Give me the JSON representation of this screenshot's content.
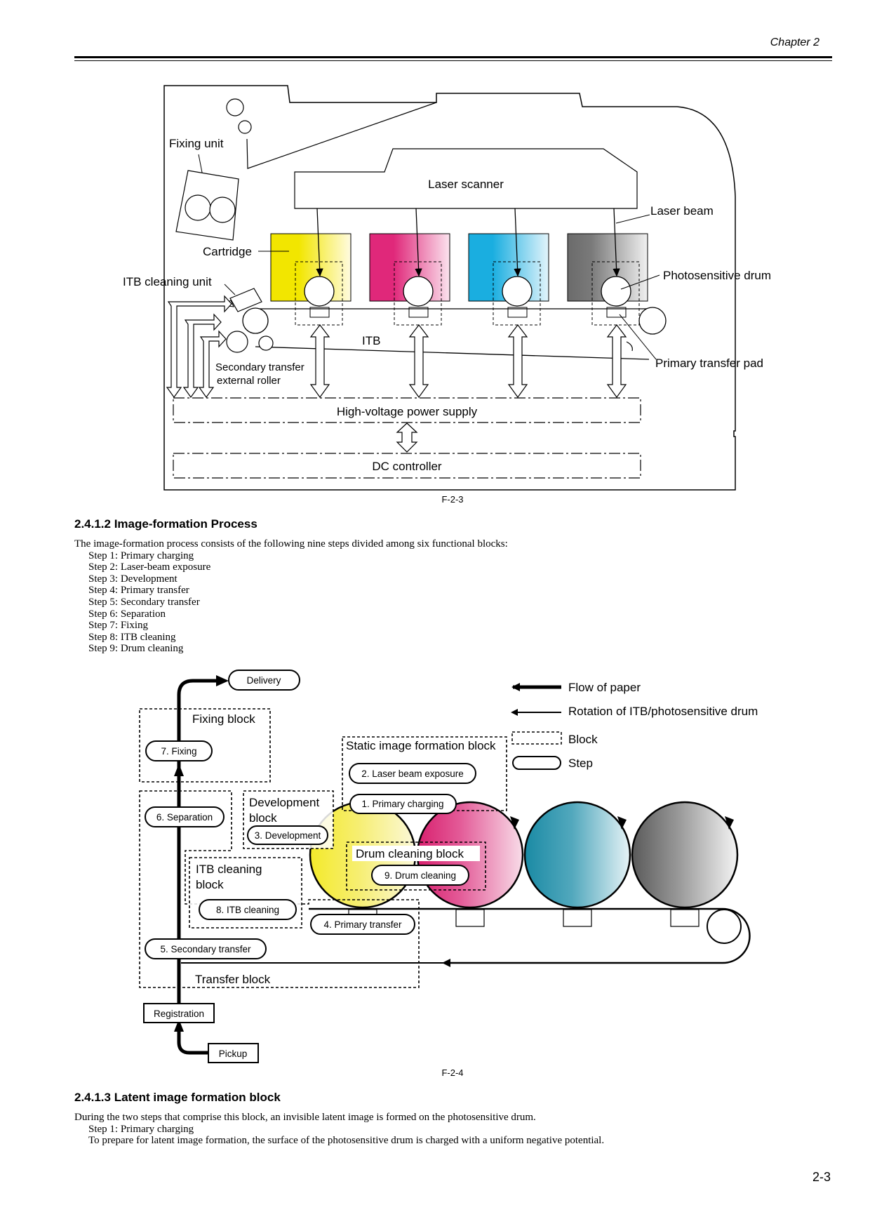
{
  "header": {
    "chapter": "Chapter 2"
  },
  "figure1": {
    "labels": {
      "fixing_unit": "Fixing unit",
      "laser_scanner": "Laser scanner",
      "laser_beam": "Laser beam",
      "cartridge": "Cartridge",
      "itb_cleaning_unit": "ITB cleaning unit",
      "photosensitive_drum": "Photosensitive drum",
      "itb": "ITB",
      "primary_transfer_pad": "Primary transfer pad",
      "secondary_roller_1": "Secondary transfer",
      "secondary_roller_2": "external roller",
      "hv_power_supply": "High-voltage power supply",
      "dc_controller": "DC controller"
    },
    "cartridge_colors": [
      "#f2e600",
      "#e0287a",
      "#1aaee0",
      "#6b6b6b"
    ],
    "caption": "F-2-3"
  },
  "section_242": {
    "heading": "2.4.1.2 Image-formation Process",
    "intro": "The image-formation process consists of the following nine steps divided among six functional blocks:",
    "steps": [
      "Step 1: Primary charging",
      "Step 2: Laser-beam exposure",
      "Step 3: Development",
      "Step 4: Primary transfer",
      "Step 5: Secondary transfer",
      "Step 6: Separation",
      "Step 7: Fixing",
      "Step 8: ITB cleaning",
      "Step 9: Drum cleaning"
    ]
  },
  "figure2": {
    "legend": {
      "flow_of_paper": "Flow of paper",
      "rotation": "Rotation of ITB/photosensitive drum",
      "block": "Block",
      "step": "Step"
    },
    "blocks": {
      "fixing": "Fixing block",
      "static": "Static image formation block",
      "development_1": "Development",
      "development_2": "block",
      "drum_cleaning": "Drum cleaning block",
      "itb_cleaning_1": "ITB cleaning",
      "itb_cleaning_2": "block",
      "transfer": "Transfer block"
    },
    "steps": {
      "delivery": "Delivery",
      "fixing": "7. Fixing",
      "separation": "6. Separation",
      "development": "3. Development",
      "primary_charging": "1. Primary charging",
      "laser_exposure": "2. Laser beam exposure",
      "drum_cleaning": "9. Drum cleaning",
      "itb_cleaning": "8. ITB cleaning",
      "primary_transfer": "4. Primary transfer",
      "secondary_transfer": "5. Secondary transfer",
      "registration": "Registration",
      "pickup": "Pickup"
    },
    "caption": "F-2-4"
  },
  "section_243": {
    "heading": "2.4.1.3 Latent image formation block",
    "lines": [
      "During the two steps that comprise this block, an invisible latent image is formed on the photosensitive drum.",
      "Step 1: Primary charging",
      "To prepare for latent image formation, the surface of the photosensitive drum is charged with a uniform negative potential."
    ]
  },
  "footer": {
    "page": "2-3"
  }
}
